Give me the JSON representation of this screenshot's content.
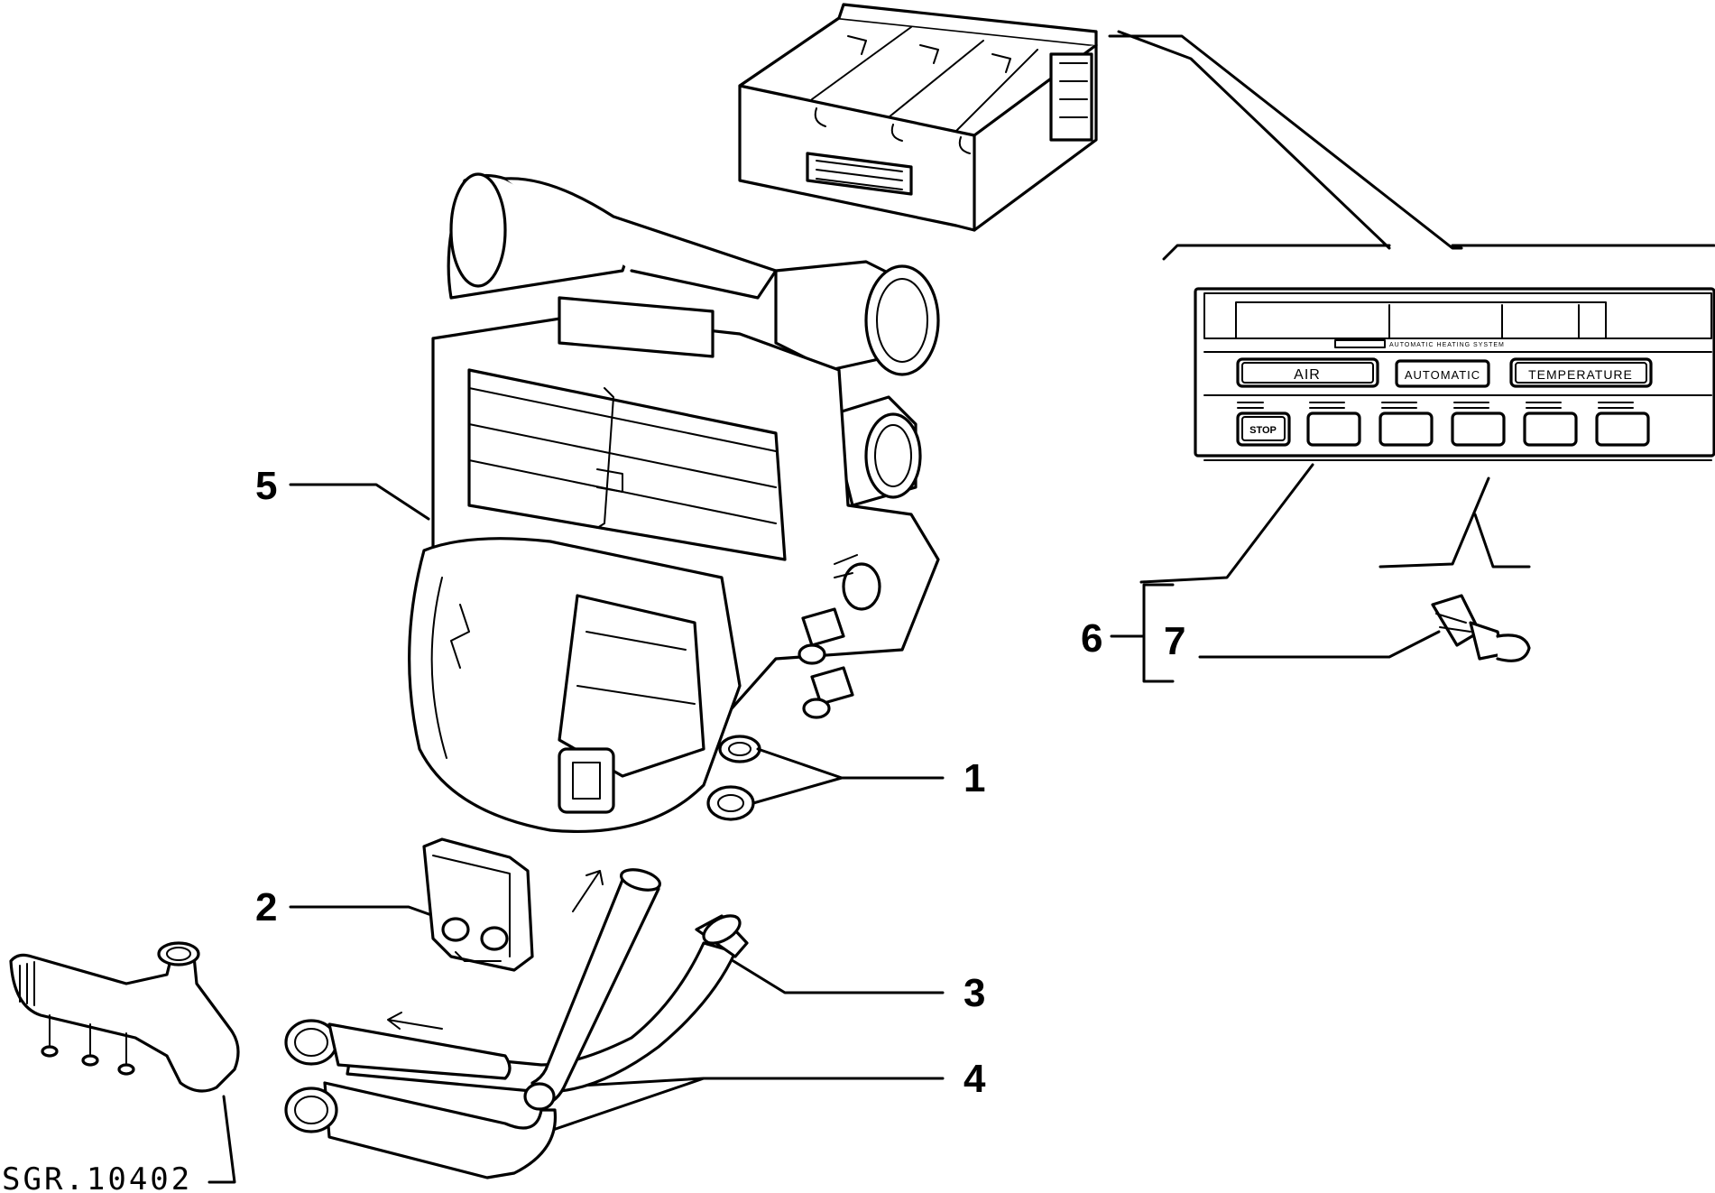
{
  "callouts": [
    {
      "id": "1",
      "label": "1"
    },
    {
      "id": "2",
      "label": "2"
    },
    {
      "id": "3",
      "label": "3"
    },
    {
      "id": "4",
      "label": "4"
    },
    {
      "id": "5",
      "label": "5"
    },
    {
      "id": "6",
      "label": "6"
    },
    {
      "id": "7",
      "label": "7"
    }
  ],
  "reference_code": "SGR.10402",
  "control_panel": {
    "brand_strip": "AUTOMATIC HEATING SYSTEM",
    "button_air": "AIR",
    "button_automatic": "AUTOMATIC",
    "button_temperature": "TEMPERATURE",
    "button_stop": "STOP"
  }
}
